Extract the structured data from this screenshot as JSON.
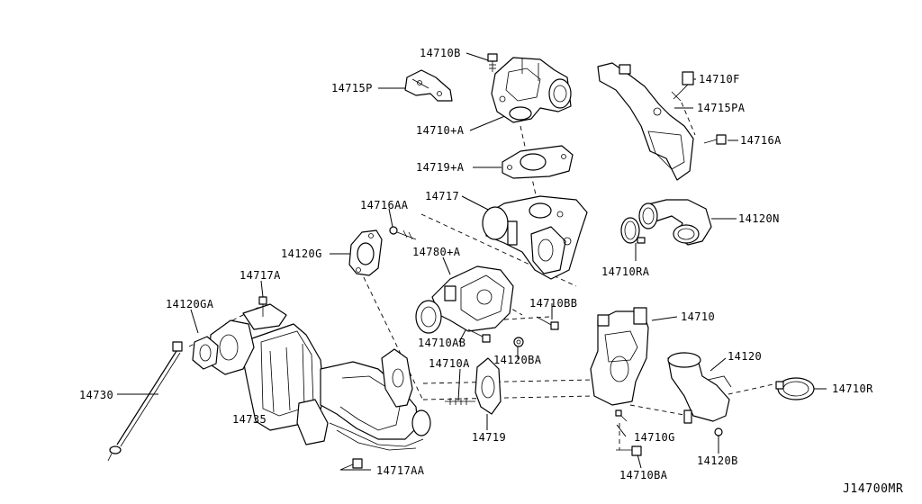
{
  "diagram_code": "J14700MR",
  "labels": {
    "p14710B": "14710B",
    "p14715P": "14715P",
    "p14710A_top": "14710+A",
    "p14719A": "14719+A",
    "p14717": "14717",
    "p14716AA": "14716AA",
    "p14120G": "14120G",
    "p14780A": "14780+A",
    "p14717A": "14717A",
    "p14120GA": "14120GA",
    "p14710AB": "14710AB",
    "p14120BA": "14120BA",
    "p14710BB": "14710BB",
    "p14710F": "14710F",
    "p14715PA": "14715PA",
    "p14716A": "14716A",
    "p14120N": "14120N",
    "p14710RA": "14710RA",
    "p14710": "14710",
    "p14120": "14120",
    "p14710R": "14710R",
    "p14710A": "14710A",
    "p14730": "14730",
    "p14735": "14735",
    "p14719": "14719",
    "p14710G": "14710G",
    "p14120B": "14120B",
    "p14710BA": "14710BA",
    "p14717AA": "14717AA"
  }
}
